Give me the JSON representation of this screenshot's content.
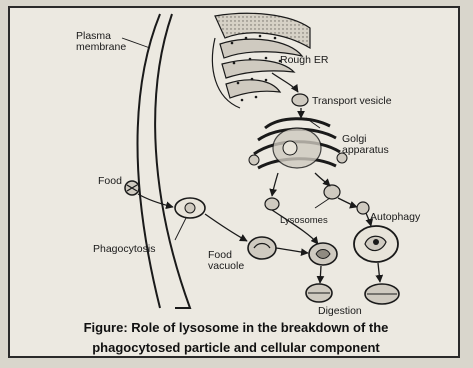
{
  "labels": {
    "plasma_membrane": "Plasma\nmembrane",
    "rough_er": "Rough ER",
    "transport_vesicle": "Transport vesicle",
    "golgi": "Golgi\napparatus",
    "food": "Food",
    "lysosomes": "Lysosomes",
    "autophagy": "Autophagy",
    "phagocytosis": "Phagocytosis",
    "food_vacuole": "Food\nvacuole",
    "digestion": "Digestion"
  },
  "caption": {
    "line1": "Figure: Role of lysosome in the breakdown of the",
    "line2": "phagocytosed particle and cellular component"
  },
  "colors": {
    "ink": "#1a1a1a",
    "organelle_fill": "#cfcac0",
    "background": "#ece9e1"
  }
}
